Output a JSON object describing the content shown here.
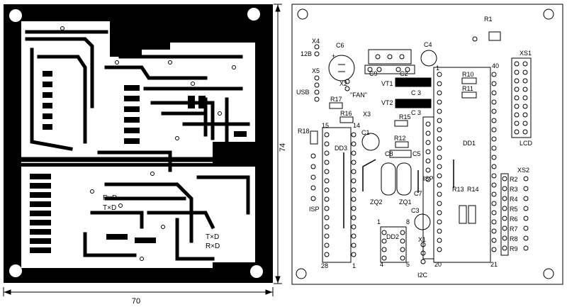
{
  "dimensions": {
    "width": "70",
    "height": "74"
  },
  "trace_labels": {
    "rxd_1": "R×D",
    "txd_1": "T×D",
    "txd_2": "T×D",
    "rxd_2": "R×D"
  },
  "labels": {
    "x4": "X4",
    "c6": "C6",
    "plus": "+",
    "l12v": "12B",
    "x5": "X5",
    "usb": "USB",
    "x2": "X2",
    "fan": "\"FAN\"",
    "c9": "C9",
    "c2": "C2",
    "vt1": "VT1",
    "vt2": "VT2",
    "c3": "C 3",
    "c3b": "C 3",
    "c4": "C4",
    "r1": "R1",
    "xs1": "XS1",
    "lcd": "LCD",
    "r10": "R10",
    "r11": "R11",
    "p1": "1",
    "p40": "40",
    "r17": "R17",
    "r16": "R16",
    "x3": "X3",
    "r15": "R15",
    "r18": "R18",
    "p15": "15",
    "p14": "14",
    "dd3": "DD3",
    "c1": "C1",
    "r12": "R12",
    "c8": "C8",
    "c5": "C5",
    "isp": "ISP",
    "isp2": "ISP",
    "zq2": "ZQ2",
    "zq1": "ZQ1",
    "dd1": "DD1",
    "xs2": "XS2",
    "r2": "R2",
    "r3": "R3",
    "r4": "R4",
    "r5": "R5",
    "r6": "R6",
    "r7": "R7",
    "r8": "R8",
    "r9": "R9",
    "r13": "R13",
    "r14": "R14",
    "c7": "C7",
    "c3c": "C3",
    "dd2": "DD2",
    "p1b": "1",
    "p8": "8",
    "p4": "4",
    "p5": "5",
    "x1": "X1",
    "i2c": "I2C",
    "p28": "28",
    "p1c": "1",
    "p20": "20",
    "p21": "21"
  }
}
